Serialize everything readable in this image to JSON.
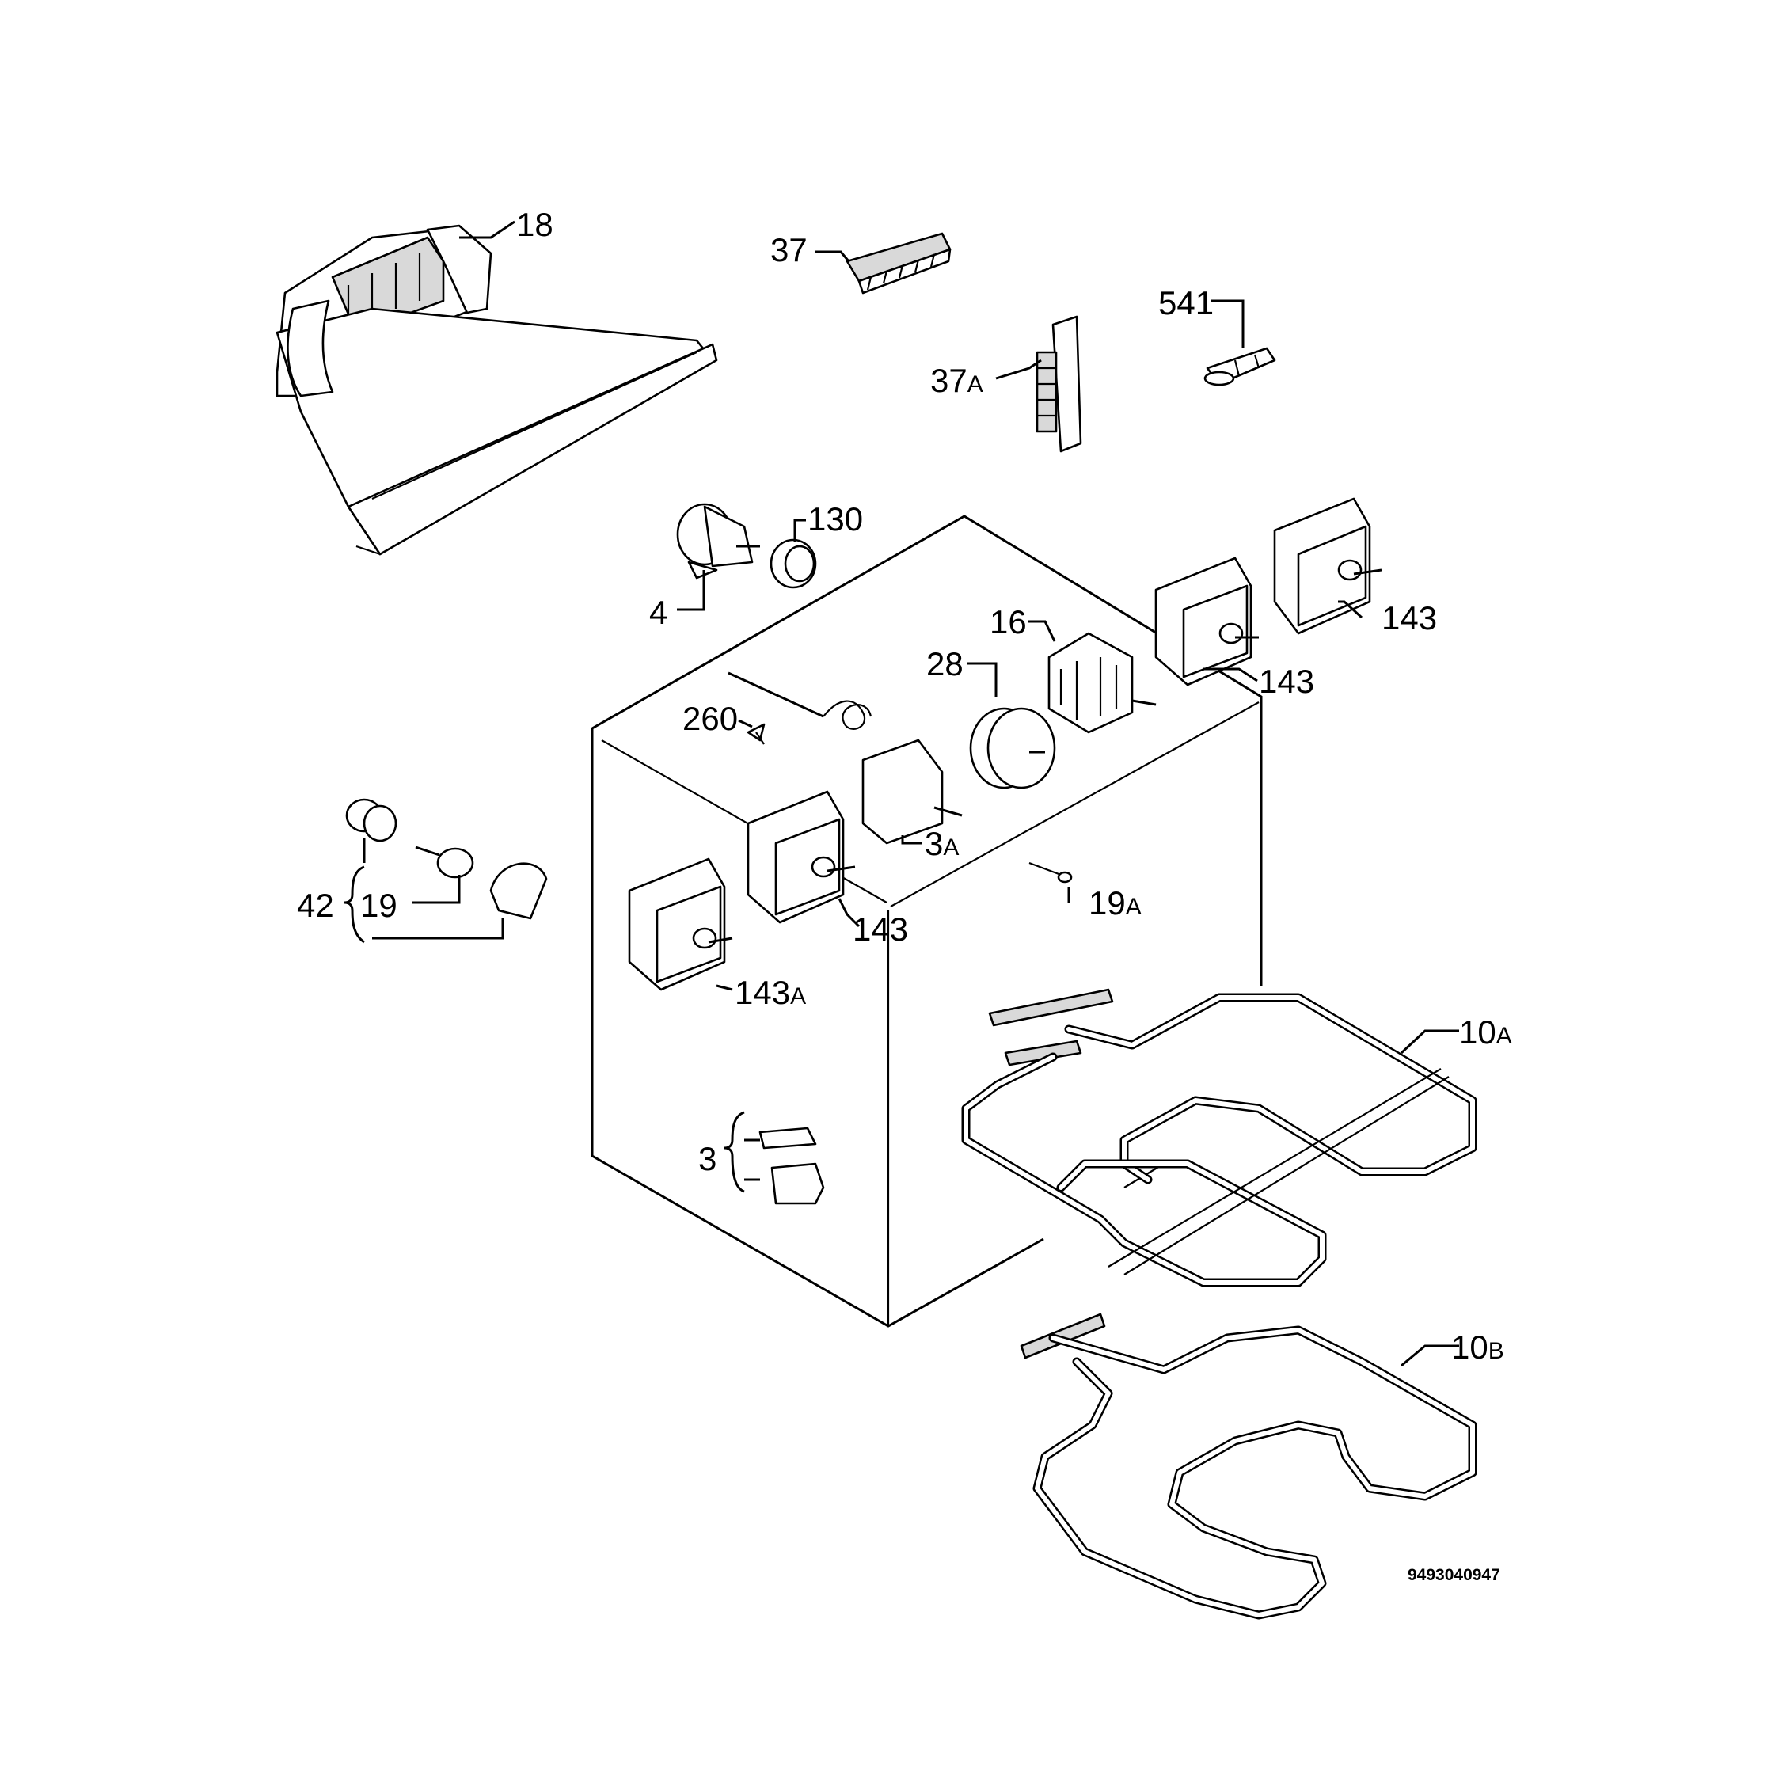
{
  "diagram": {
    "document_id": "9493040947",
    "callouts": [
      {
        "id": "lbl-18",
        "main": "18",
        "sub": ""
      },
      {
        "id": "lbl-37",
        "main": "37",
        "sub": ""
      },
      {
        "id": "lbl-541",
        "main": "541",
        "sub": ""
      },
      {
        "id": "lbl-37a",
        "main": "37",
        "sub": "A"
      },
      {
        "id": "lbl-130",
        "main": "130",
        "sub": ""
      },
      {
        "id": "lbl-4",
        "main": "4",
        "sub": ""
      },
      {
        "id": "lbl-143-right",
        "main": "143",
        "sub": ""
      },
      {
        "id": "lbl-16",
        "main": "16",
        "sub": ""
      },
      {
        "id": "lbl-143-mid",
        "main": "143",
        "sub": ""
      },
      {
        "id": "lbl-28",
        "main": "28",
        "sub": ""
      },
      {
        "id": "lbl-260",
        "main": "260",
        "sub": ""
      },
      {
        "id": "lbl-3a",
        "main": "3",
        "sub": "A"
      },
      {
        "id": "lbl-42",
        "main": "42",
        "sub": ""
      },
      {
        "id": "lbl-19",
        "main": "19",
        "sub": ""
      },
      {
        "id": "lbl-19a",
        "main": "19",
        "sub": "A"
      },
      {
        "id": "lbl-143-left",
        "main": "143",
        "sub": ""
      },
      {
        "id": "lbl-143a",
        "main": "143",
        "sub": "A"
      },
      {
        "id": "lbl-10a",
        "main": "10",
        "sub": "A"
      },
      {
        "id": "lbl-3",
        "main": "3",
        "sub": ""
      },
      {
        "id": "lbl-10b",
        "main": "10",
        "sub": "B"
      }
    ]
  }
}
